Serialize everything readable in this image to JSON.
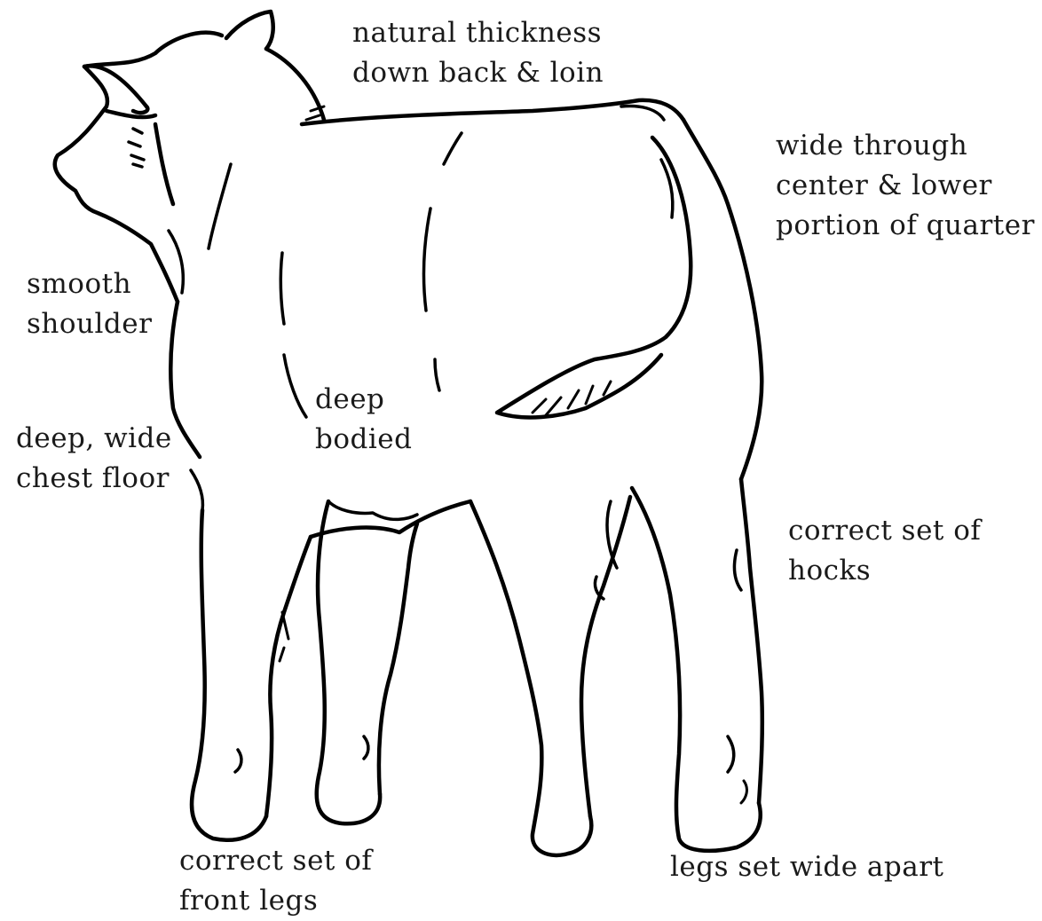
{
  "labels": {
    "back_loin": [
      "natural thickness",
      "down back & loin"
    ],
    "quarter": [
      "wide through",
      "center & lower",
      "portion of quarter"
    ],
    "shoulder": [
      "smooth",
      "shoulder"
    ],
    "body": [
      "deep",
      "bodied"
    ],
    "chest": [
      "deep, wide",
      "chest floor"
    ],
    "hocks": [
      "correct set of",
      "hocks"
    ],
    "front_legs": [
      "correct set of",
      "front legs"
    ],
    "rear_legs": [
      "legs set wide apart"
    ]
  },
  "colors": {
    "ink": "#000000",
    "text": "#1a1a1a",
    "background": "#ffffff"
  },
  "illustration": "calf-rear-three-quarter-view"
}
